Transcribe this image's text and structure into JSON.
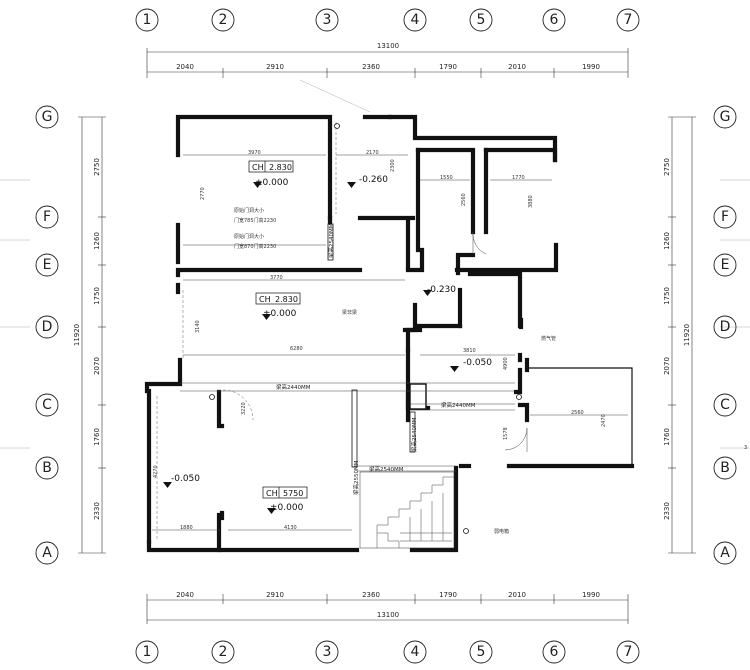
{
  "grid_x_labels": [
    "1",
    "2",
    "3",
    "4",
    "5",
    "6",
    "7"
  ],
  "grid_y_labels": [
    "G",
    "F",
    "E",
    "D",
    "C",
    "B",
    "A"
  ],
  "top_total": "13100",
  "bottom_total": "13100",
  "top_spans": [
    "2040",
    "2910",
    "2360",
    "1790",
    "2010",
    "1990"
  ],
  "bottom_spans": [
    "2040",
    "2910",
    "2360",
    "1790",
    "2010",
    "1990"
  ],
  "left_total": "11920",
  "right_total": "11920",
  "left_spans": [
    "2750",
    "1260",
    "1750",
    "2070",
    "1760",
    "2330"
  ],
  "right_spans": [
    "2750",
    "1260",
    "1750",
    "2070",
    "1760",
    "2330"
  ],
  "rooms": {
    "r1": {
      "ch_label": "CH",
      "ch_value": "2.830",
      "level": "±0.000"
    },
    "r2": {
      "ch_label": "CH",
      "ch_value": "2.830",
      "level": "±0.000"
    },
    "r3": {
      "ch_label": "CH",
      "ch_value": "5750",
      "level": "±0.000"
    }
  },
  "levels": {
    "l1": "-0.260",
    "l2": "-0.230",
    "l3": "-0.050",
    "l4": "-0.050"
  },
  "beams": {
    "b1": "梁高2440MM",
    "b2": "梁高2440MM",
    "b3": "梁高2540MM",
    "b4": "梁高2540MM",
    "b5": "梁高2550MM",
    "b6": "梁高2540MM"
  },
  "notes": {
    "n1": "原始门洞大小",
    "n2": "门宽785门高2230",
    "n3": "原始门洞大小",
    "n4": "门宽870门高2230",
    "n5": "梁非梁",
    "n6": "燃气管",
    "n7": "弱电箱",
    "n8": "3"
  },
  "inner_dims": {
    "d1": "3970",
    "d2": "2170",
    "d3": "1550",
    "d4": "1770",
    "d5": "2300",
    "d6": "3770",
    "d7": "6280",
    "d8": "3810",
    "d9": "2560",
    "d10": "1880",
    "d11": "4130",
    "d12": "2770",
    "d13": "3140",
    "d14": "3220",
    "d15": "4270",
    "d16": "2560",
    "d17": "3880",
    "d18": "1578",
    "d19": "2470",
    "d20": "4900"
  }
}
